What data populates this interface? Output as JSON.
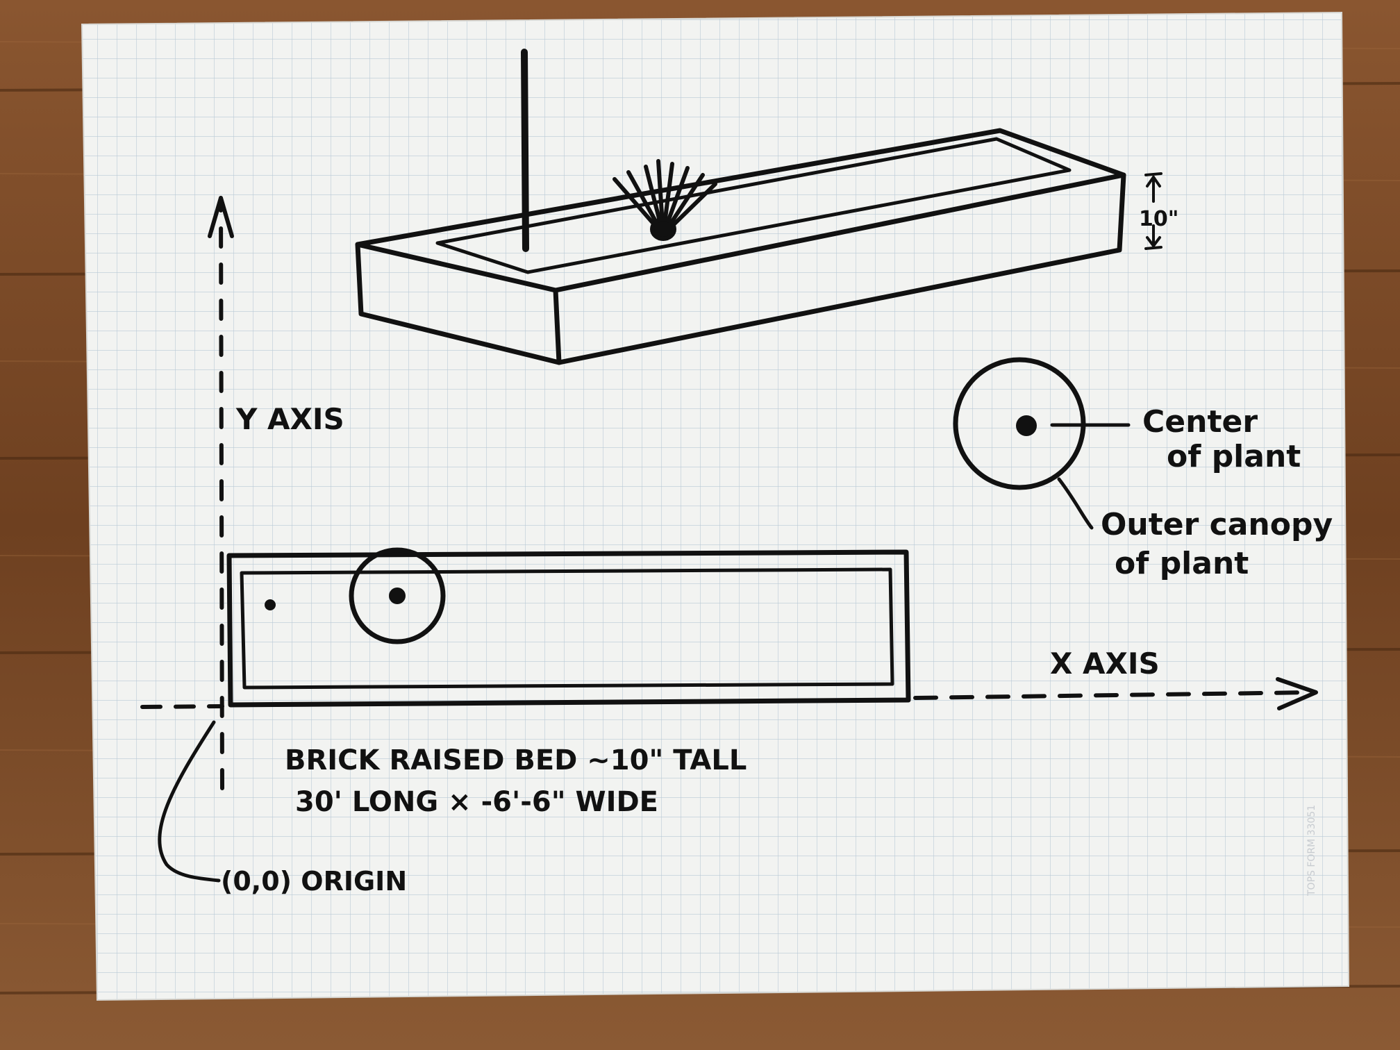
{
  "colors": {
    "wood": "#7a4a26",
    "paper": "#f2f3f1",
    "grid": "#b9c9d6",
    "ink": "#111111"
  },
  "labels": {
    "height_dim": "10\"",
    "y_axis": "Y AXIS",
    "x_axis": "X  AXIS",
    "legend_center_line1": "Center",
    "legend_center_line2": "of plant",
    "legend_canopy_line1": "Outer canopy",
    "legend_canopy_line2": "of plant",
    "bed_desc_line1": "BRICK  RAISED BED ~10\" TALL",
    "bed_desc_line2": "30' LONG  ×  -6'-6\" WIDE",
    "origin": "(0,0) ORIGIN",
    "paper_margin_text": "TOPS  FORM 33051"
  }
}
